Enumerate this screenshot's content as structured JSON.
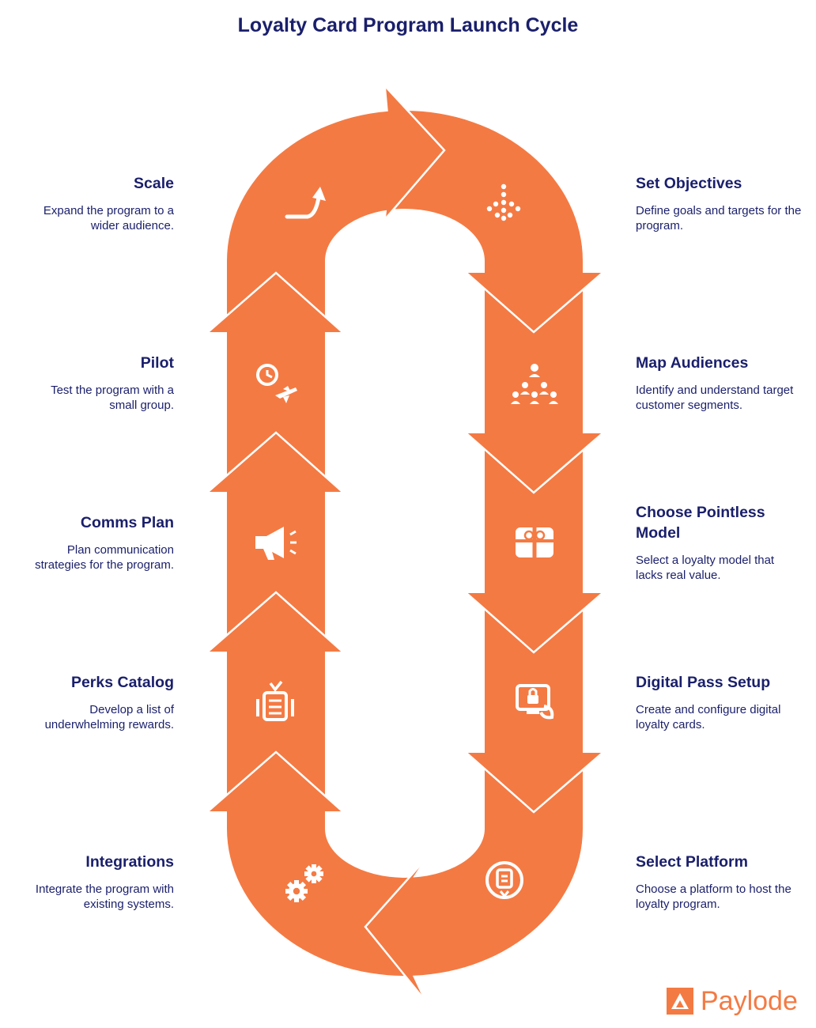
{
  "title": "Loyalty Card Program Launch Cycle",
  "accent_color": "#f47a43",
  "text_color": "#1a1f6b",
  "steps": [
    {
      "id": "set-objectives",
      "title": "Set Objectives",
      "description": "Define goals and targets for the program.",
      "icon": "branching-dots-icon"
    },
    {
      "id": "map-audiences",
      "title": "Map Audiences",
      "description": "Identify and understand target customer segments.",
      "icon": "audience-hierarchy-icon"
    },
    {
      "id": "choose-pointless-model",
      "title": "Choose Pointless Model",
      "description": "Select a loyalty model that lacks real value.",
      "icon": "gift-card-icon"
    },
    {
      "id": "digital-pass-setup",
      "title": "Digital Pass Setup",
      "description": "Create and configure digital loyalty cards.",
      "icon": "secure-device-icon"
    },
    {
      "id": "select-platform",
      "title": "Select Platform",
      "description": "Choose a platform to host the loyalty program.",
      "icon": "platform-document-icon"
    },
    {
      "id": "integrations",
      "title": "Integrations",
      "description": "Integrate the program with existing systems.",
      "icon": "gears-icon"
    },
    {
      "id": "perks-catalog",
      "title": "Perks Catalog",
      "description": "Develop a list of underwhelming rewards.",
      "icon": "catalog-list-icon"
    },
    {
      "id": "comms-plan",
      "title": "Comms Plan",
      "description": "Plan communication strategies for the program.",
      "icon": "megaphone-icon"
    },
    {
      "id": "pilot",
      "title": "Pilot",
      "description": "Test the program with a small group.",
      "icon": "clock-plane-icon"
    },
    {
      "id": "scale",
      "title": "Scale",
      "description": "Expand the program to a wider audience.",
      "icon": "arrow-up-right-icon"
    }
  ],
  "brand": {
    "name": "Paylode",
    "logo_icon": "paylode-logo-icon"
  }
}
